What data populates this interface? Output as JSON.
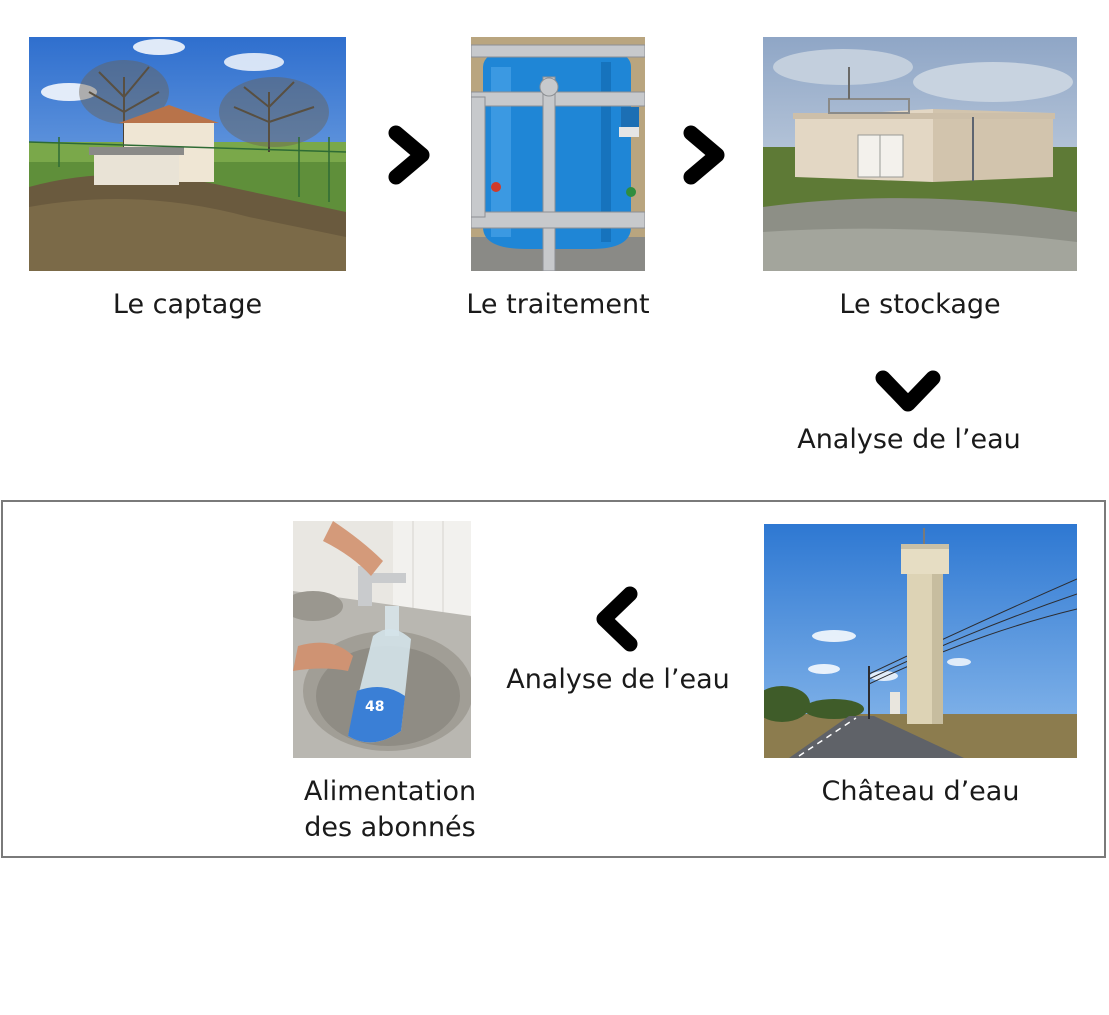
{
  "steps": {
    "captage": "Le captage",
    "traitement": "Le traitement",
    "stockage": "Le stockage",
    "analyse_1": "Analyse de l’eau",
    "chateau": "Château d’eau",
    "analyse_2": "Analyse de l’eau",
    "alimentation_line1": "Alimentation",
    "alimentation_line2": "des abonnés"
  },
  "icons": {
    "arrow_1": "chevron-right-icon",
    "arrow_2": "chevron-right-icon",
    "arrow_3": "chevron-down-icon",
    "arrow_4": "chevron-left-icon"
  },
  "colors": {
    "arrow": "#000000",
    "frame": "#7a7a7a",
    "sky": "#3f7fd0",
    "tank_blue": "#1f86d6"
  }
}
